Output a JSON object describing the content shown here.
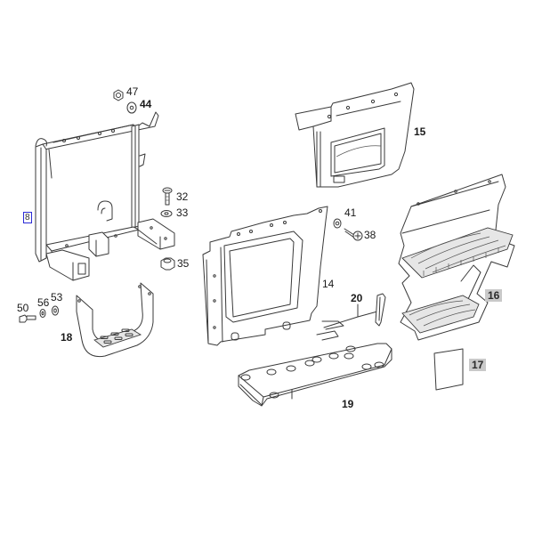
{
  "diagram": {
    "type": "exploded parts diagram",
    "background": "#ffffff",
    "highlight_colors": {
      "selected_outline": "#2b2bd6",
      "tagged_fill": "#c9c9c9"
    },
    "parts": [
      {
        "id": "p8",
        "number": "8",
        "description": "step support frame",
        "highlight": "blue-outline"
      },
      {
        "id": "p47",
        "number": "47",
        "description": "nut"
      },
      {
        "id": "p44",
        "number": "44",
        "description": "washer",
        "bold": true
      },
      {
        "id": "p32",
        "number": "32",
        "description": "bolt"
      },
      {
        "id": "p33",
        "number": "33",
        "description": "washer"
      },
      {
        "id": "p35",
        "number": "35",
        "description": "nut"
      },
      {
        "id": "p50",
        "number": "50",
        "description": "bolt"
      },
      {
        "id": "p56",
        "number": "56",
        "description": "washer"
      },
      {
        "id": "p53",
        "number": "53",
        "description": "washer"
      },
      {
        "id": "p18",
        "number": "18",
        "description": "step"
      },
      {
        "id": "p15",
        "number": "15",
        "description": "upper trim panel"
      },
      {
        "id": "p41",
        "number": "41",
        "description": "washer"
      },
      {
        "id": "p38",
        "number": "38",
        "description": "screw"
      },
      {
        "id": "p14",
        "number": "14",
        "description": "side panel"
      },
      {
        "id": "p20",
        "number": "20",
        "description": "clip / pin",
        "bold": true
      },
      {
        "id": "p19",
        "number": "19",
        "description": "step plate",
        "bold": true
      },
      {
        "id": "p16",
        "number": "16",
        "description": "two-step assembly",
        "highlight": "gray-fill"
      },
      {
        "id": "p17",
        "number": "17",
        "description": "label plate",
        "highlight": "gray-fill"
      }
    ]
  },
  "labels": {
    "p8": "8",
    "p47": "47",
    "p44": "44",
    "p32": "32",
    "p33": "33",
    "p35": "35",
    "p50": "50",
    "p56": "56",
    "p53": "53",
    "p18": "18",
    "p15": "15",
    "p41": "41",
    "p38": "38",
    "p14": "14",
    "p20": "20",
    "p19": "19",
    "p16": "16",
    "p17": "17"
  }
}
